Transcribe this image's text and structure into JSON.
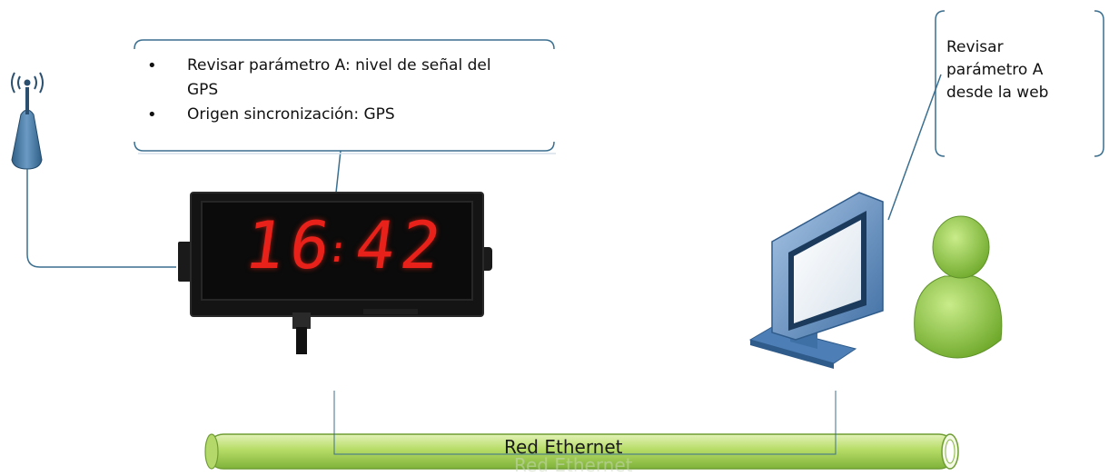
{
  "callout_left": {
    "items": [
      "Revisar parámetro A: nivel de señal del GPS",
      "Origen sincronización: GPS"
    ]
  },
  "callout_right": {
    "lines": [
      "Revisar",
      "parámetro A",
      "desde la web"
    ]
  },
  "clock": {
    "hours": "16",
    "minutes": "42"
  },
  "network": {
    "label": "Red Ethernet"
  },
  "icons": [
    "antenna-icon",
    "clock-display",
    "monitor-icon",
    "user-icon",
    "ethernet-pipe"
  ],
  "colors": {
    "connector_line": "#3b6f8f",
    "pipe_green": "#a8d26a",
    "user_green": "#8cc63f",
    "digit_red": "#e8211a"
  }
}
